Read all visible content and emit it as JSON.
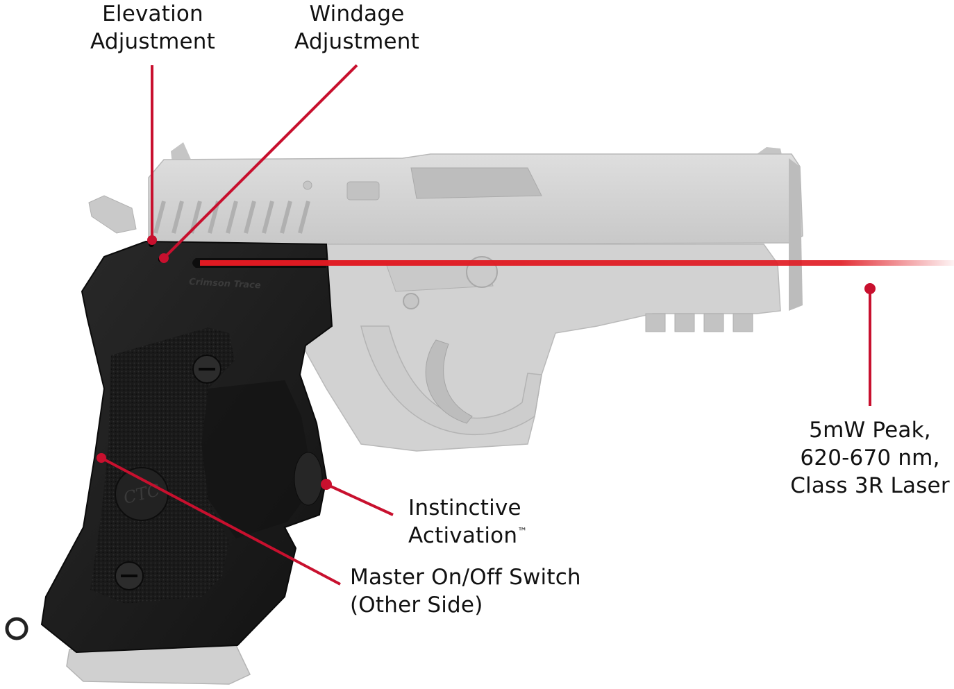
{
  "callouts": {
    "elevation": {
      "line1": "Elevation",
      "line2": "Adjustment"
    },
    "windage": {
      "line1": "Windage",
      "line2": "Adjustment"
    },
    "laser_spec": {
      "line1": "5mW Peak,",
      "line2": "620-670 nm,",
      "line3": "Class 3R Laser"
    },
    "activation": {
      "line1": "Instinctive",
      "line2": "Activation",
      "trademark": "™"
    },
    "master_switch": {
      "line1": "Master On/Off Switch",
      "line2": "(Other Side)"
    }
  },
  "pistol_markings": {
    "brand": "Crimson Trace",
    "grip_logo": "CTC"
  },
  "colors": {
    "callout_red": "#c8102e",
    "laser_red": "#e01a22",
    "pistol_frame": "#cfcfcf",
    "pistol_shadow": "#b3b3b3",
    "grip_black": "#1c1c1c",
    "text": "#111111"
  }
}
